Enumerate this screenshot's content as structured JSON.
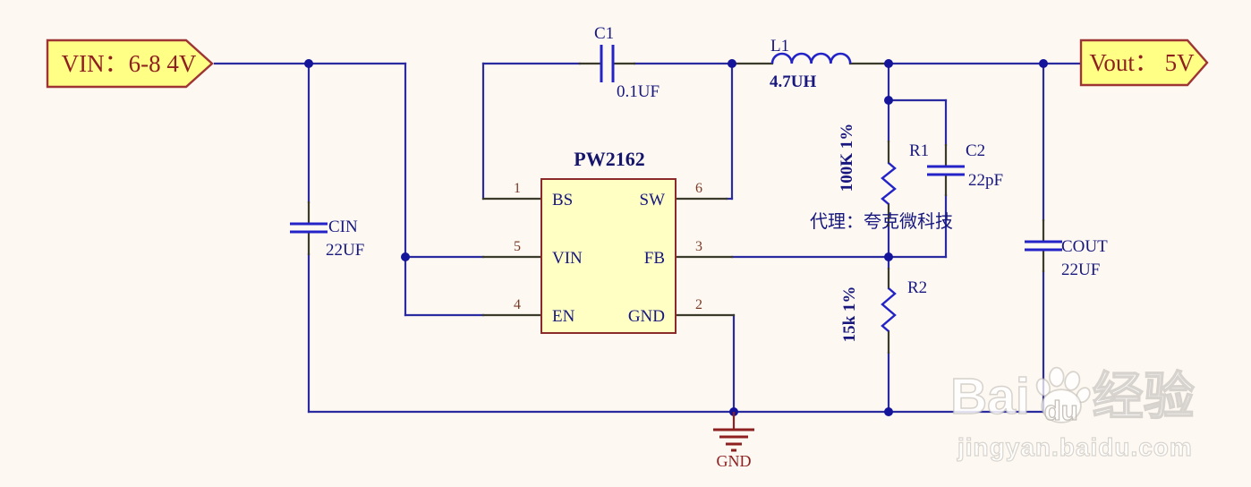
{
  "ports": {
    "vin": {
      "label": "VIN：6-8 4V"
    },
    "vout": {
      "label": "Vout： 5V"
    }
  },
  "ic": {
    "title": "PW2162",
    "pins": {
      "bs": {
        "num": "1",
        "name": "BS"
      },
      "vin": {
        "num": "5",
        "name": "VIN"
      },
      "en": {
        "num": "4",
        "name": "EN"
      },
      "sw": {
        "num": "6",
        "name": "SW"
      },
      "fb": {
        "num": "3",
        "name": "FB"
      },
      "gnd": {
        "num": "2",
        "name": "GND"
      }
    }
  },
  "components": {
    "c1": {
      "ref": "C1",
      "value": "0.1UF"
    },
    "l1": {
      "ref": "L1",
      "value": "4.7UH"
    },
    "cin": {
      "ref": "CIN",
      "value": "22UF"
    },
    "r1": {
      "ref": "R1",
      "rating": "100K 1%"
    },
    "c2": {
      "ref": "C2",
      "value": "22pF"
    },
    "r2": {
      "ref": "R2",
      "rating": "15k 1%"
    },
    "cout": {
      "ref": "COUT",
      "value": "22UF"
    }
  },
  "annotations": {
    "agent": "代理：夸克微科技",
    "ground": "GND"
  },
  "watermark": {
    "brand_prefix": "Bai",
    "brand_paw_text": "du",
    "brand_suffix": "经验",
    "url": "jingyan.baidu.com"
  },
  "colors": {
    "background": "#FDF9F2",
    "wire": "#2B2BA0",
    "symbol": "#2323C8",
    "pin_lead": "#3B3B2B",
    "junction": "#15159B",
    "label": "#17177E",
    "ic_fill": "#FFFFC4",
    "ic_border": "#8B2A2A",
    "banner_fill": "#FFFF85",
    "banner_border": "#9E3434",
    "banner_text": "#8E1F1F",
    "ground_symbol": "#8E2020"
  }
}
